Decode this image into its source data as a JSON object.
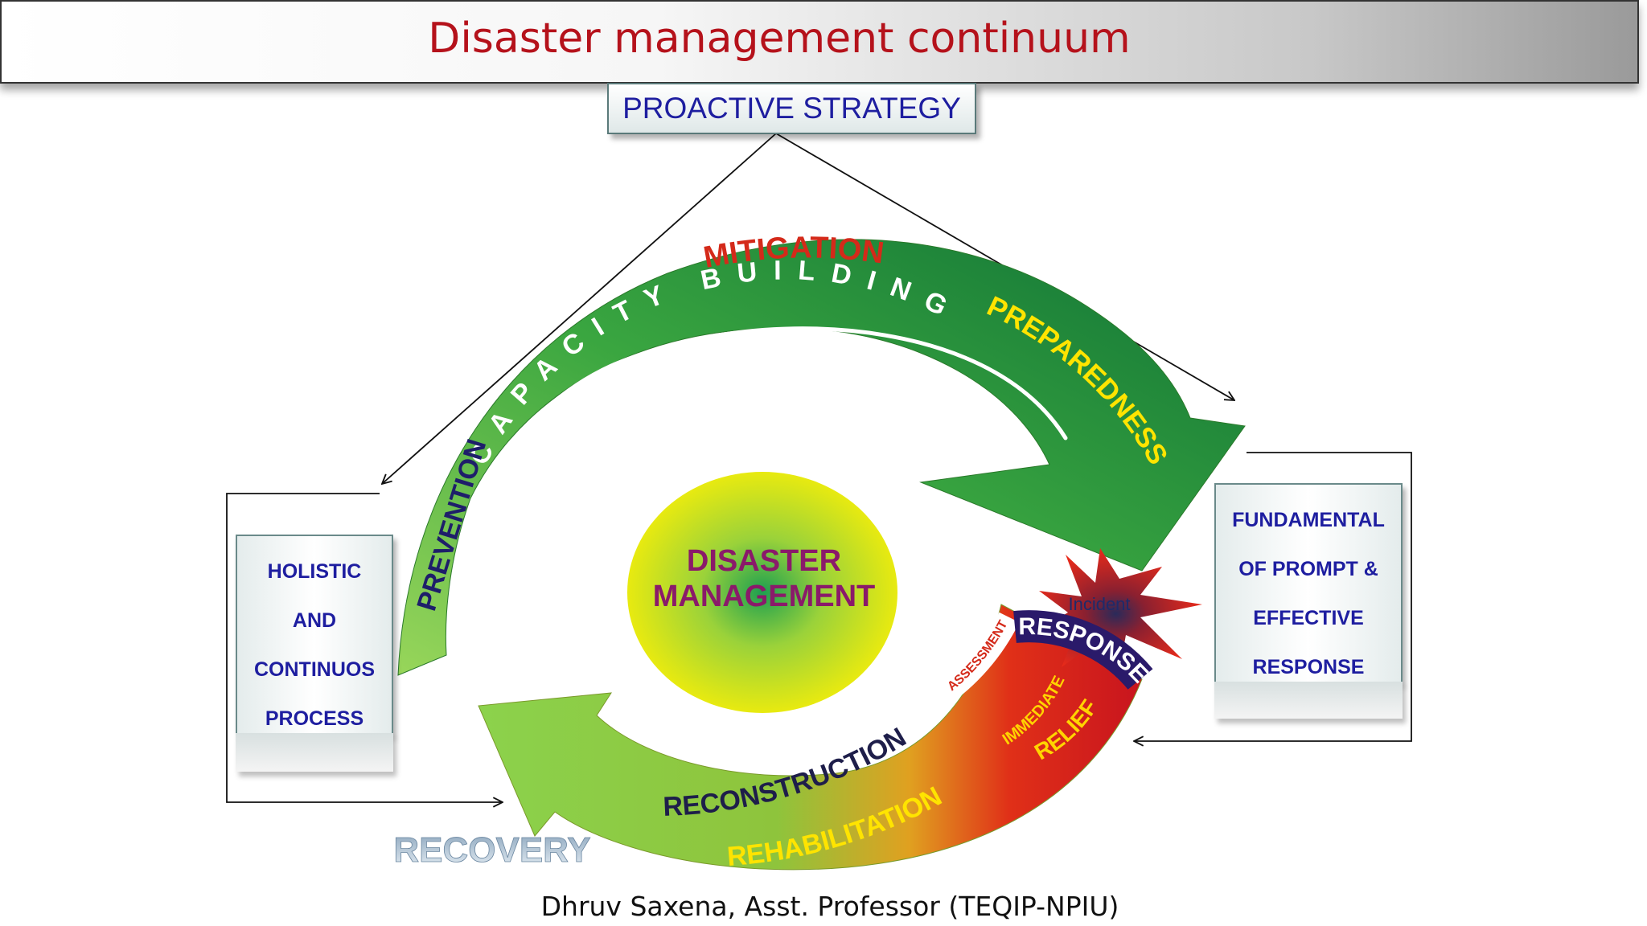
{
  "title": "Disaster management continuum",
  "strategy_label": "PROACTIVE STRATEGY",
  "left_box": [
    "HOLISTIC",
    "AND",
    "CONTINUOS",
    "PROCESS"
  ],
  "right_box": [
    "FUNDAMENTAL",
    "OF PROMPT &",
    "EFFECTIVE",
    "RESPONSE"
  ],
  "cycle": {
    "capacity_building": "CAPACITY BUILDING",
    "prevention": "PREVENTION",
    "mitigation": "MITIGATION",
    "preparedness": "PREPAREDNESS",
    "center_line1": "DISASTER",
    "center_line2": "MANAGEMENT",
    "incident": "Incident",
    "assessment": "ASSESSMENT",
    "response": "RESPONSE",
    "immediate": "IMMEDIATE",
    "relief": "RELIEF",
    "reconstruction": "RECONSTRUCTION",
    "rehabilitation": "REHABILITATION",
    "recovery": "RECOVERY"
  },
  "credit": "Dhruv Saxena, Asst. Professor (TEQIP-NPIU)",
  "colors": {
    "title": "#b5121b",
    "box_text": "#1e1ea0",
    "arc_green_light": "#8fd14f",
    "arc_green_dark": "#1a7a3a",
    "mitigation": "#d42a1a",
    "preparedness": "#ffe400",
    "burst": "#d62020"
  }
}
